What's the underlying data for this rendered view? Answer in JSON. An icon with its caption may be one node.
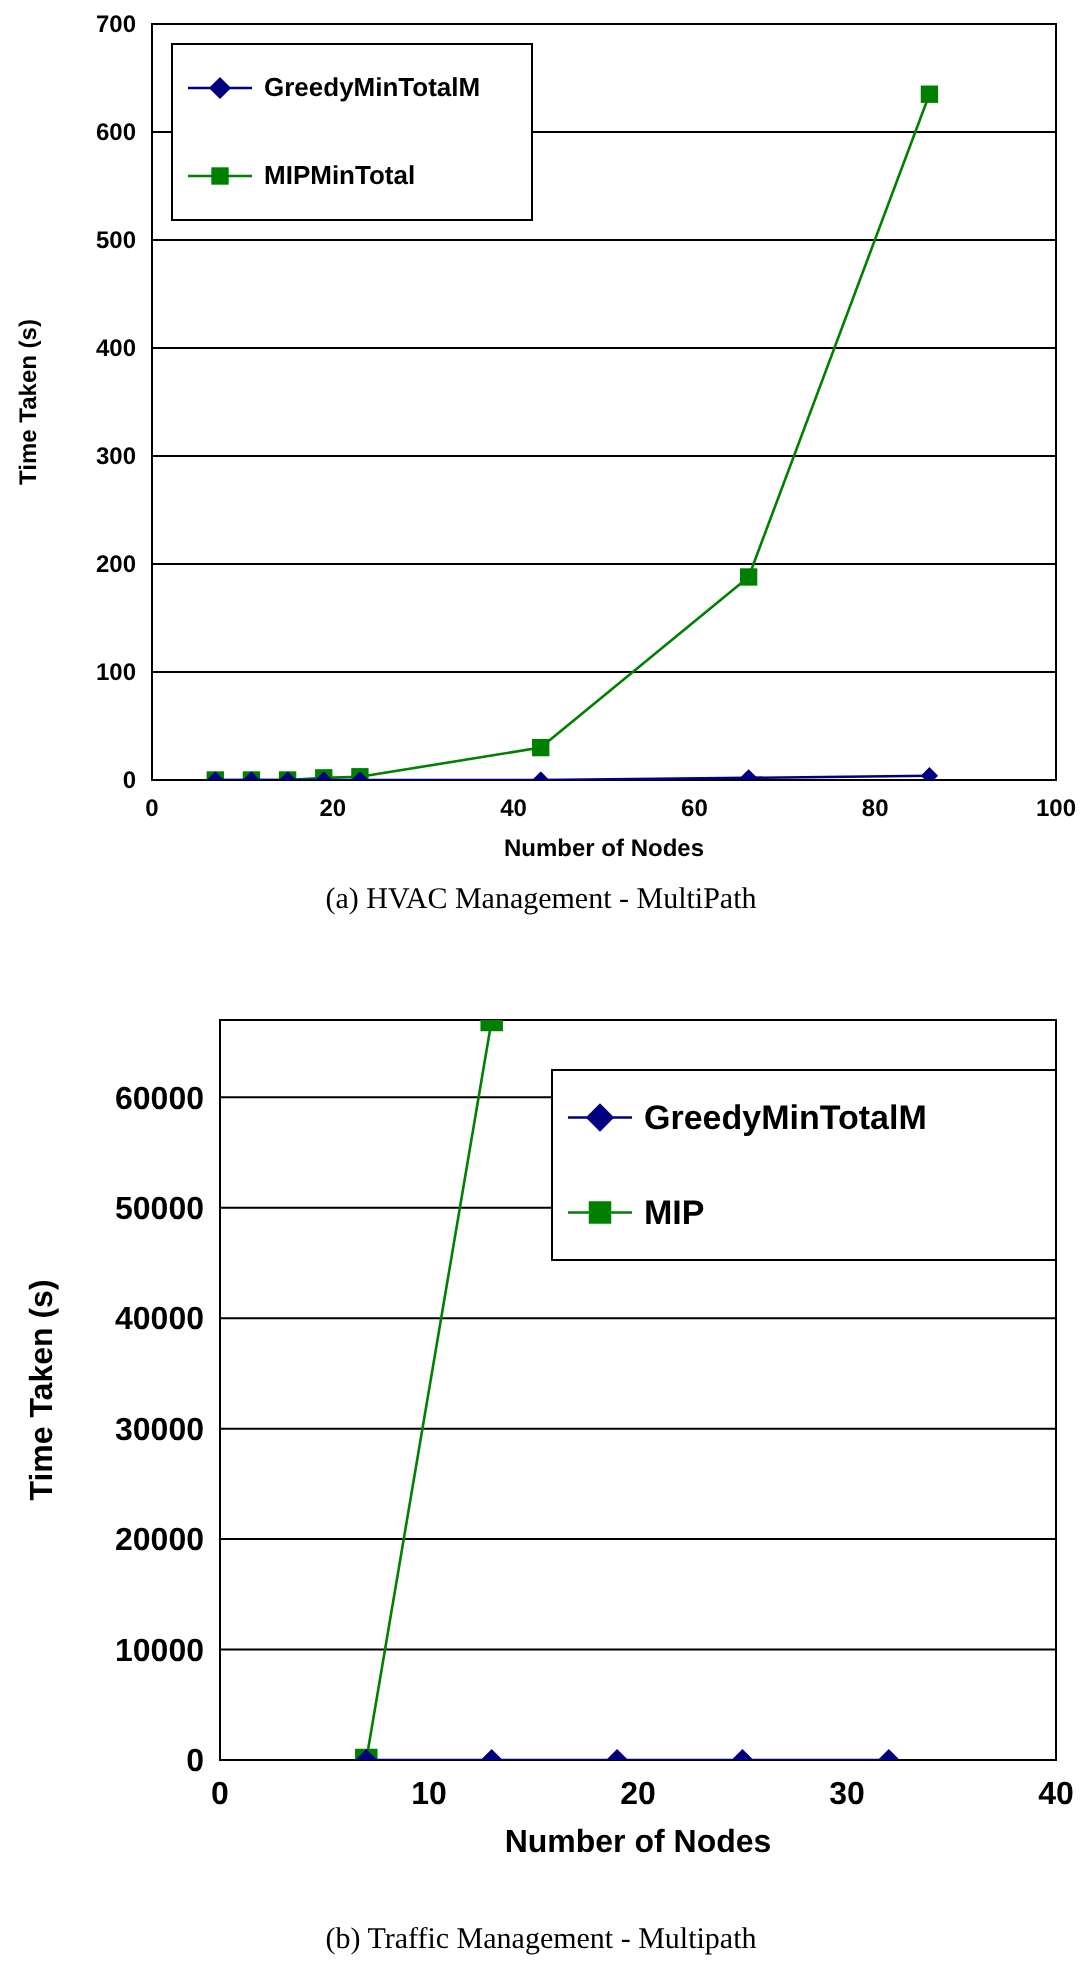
{
  "diagram": {
    "chart_data": [
      {
        "type": "line",
        "title": "(a)  HVAC Management - MultiPath",
        "xlabel": "Number of Nodes",
        "ylabel": "Time Taken (s)",
        "x": [
          7,
          11,
          15,
          19,
          23,
          43,
          66,
          86
        ],
        "series": [
          {
            "name": "GreedyMinTotalM",
            "color": "#000080",
            "marker": "diamond",
            "values": [
              0,
              0,
              0,
              0,
              0,
              0,
              2,
              4
            ]
          },
          {
            "name": "MIPMinTotal",
            "color": "#008000",
            "marker": "square",
            "values": [
              0,
              0,
              0,
              2,
              3,
              30,
              188,
              635
            ]
          }
        ],
        "grid": true,
        "legend": true,
        "xlim": [
          0,
          100
        ],
        "ylim": [
          0,
          700
        ],
        "xticks": [
          0,
          20,
          40,
          60,
          80,
          100
        ],
        "yticks": [
          0,
          100,
          200,
          300,
          400,
          500,
          600,
          700
        ]
      },
      {
        "type": "line",
        "title": "(b)  Traffic Management - Multipath",
        "xlabel": "Number of Nodes",
        "ylabel": "Time Taken (s)",
        "x": [
          7,
          13,
          19,
          25,
          32
        ],
        "series": [
          {
            "name": "GreedyMinTotalM",
            "color": "#000080",
            "marker": "diamond",
            "values": [
              0,
              0,
              0,
              0,
              0
            ]
          },
          {
            "name": "MIP",
            "color": "#008000",
            "marker": "square",
            "values": [
              0,
              67000,
              null,
              null,
              null
            ]
          }
        ],
        "grid": true,
        "legend": true,
        "xlim": [
          0,
          40
        ],
        "ylim": [
          0,
          67000
        ],
        "xticks": [
          0,
          10,
          20,
          30,
          40
        ],
        "yticks": [
          0,
          10000,
          20000,
          30000,
          40000,
          50000,
          60000
        ]
      }
    ]
  }
}
